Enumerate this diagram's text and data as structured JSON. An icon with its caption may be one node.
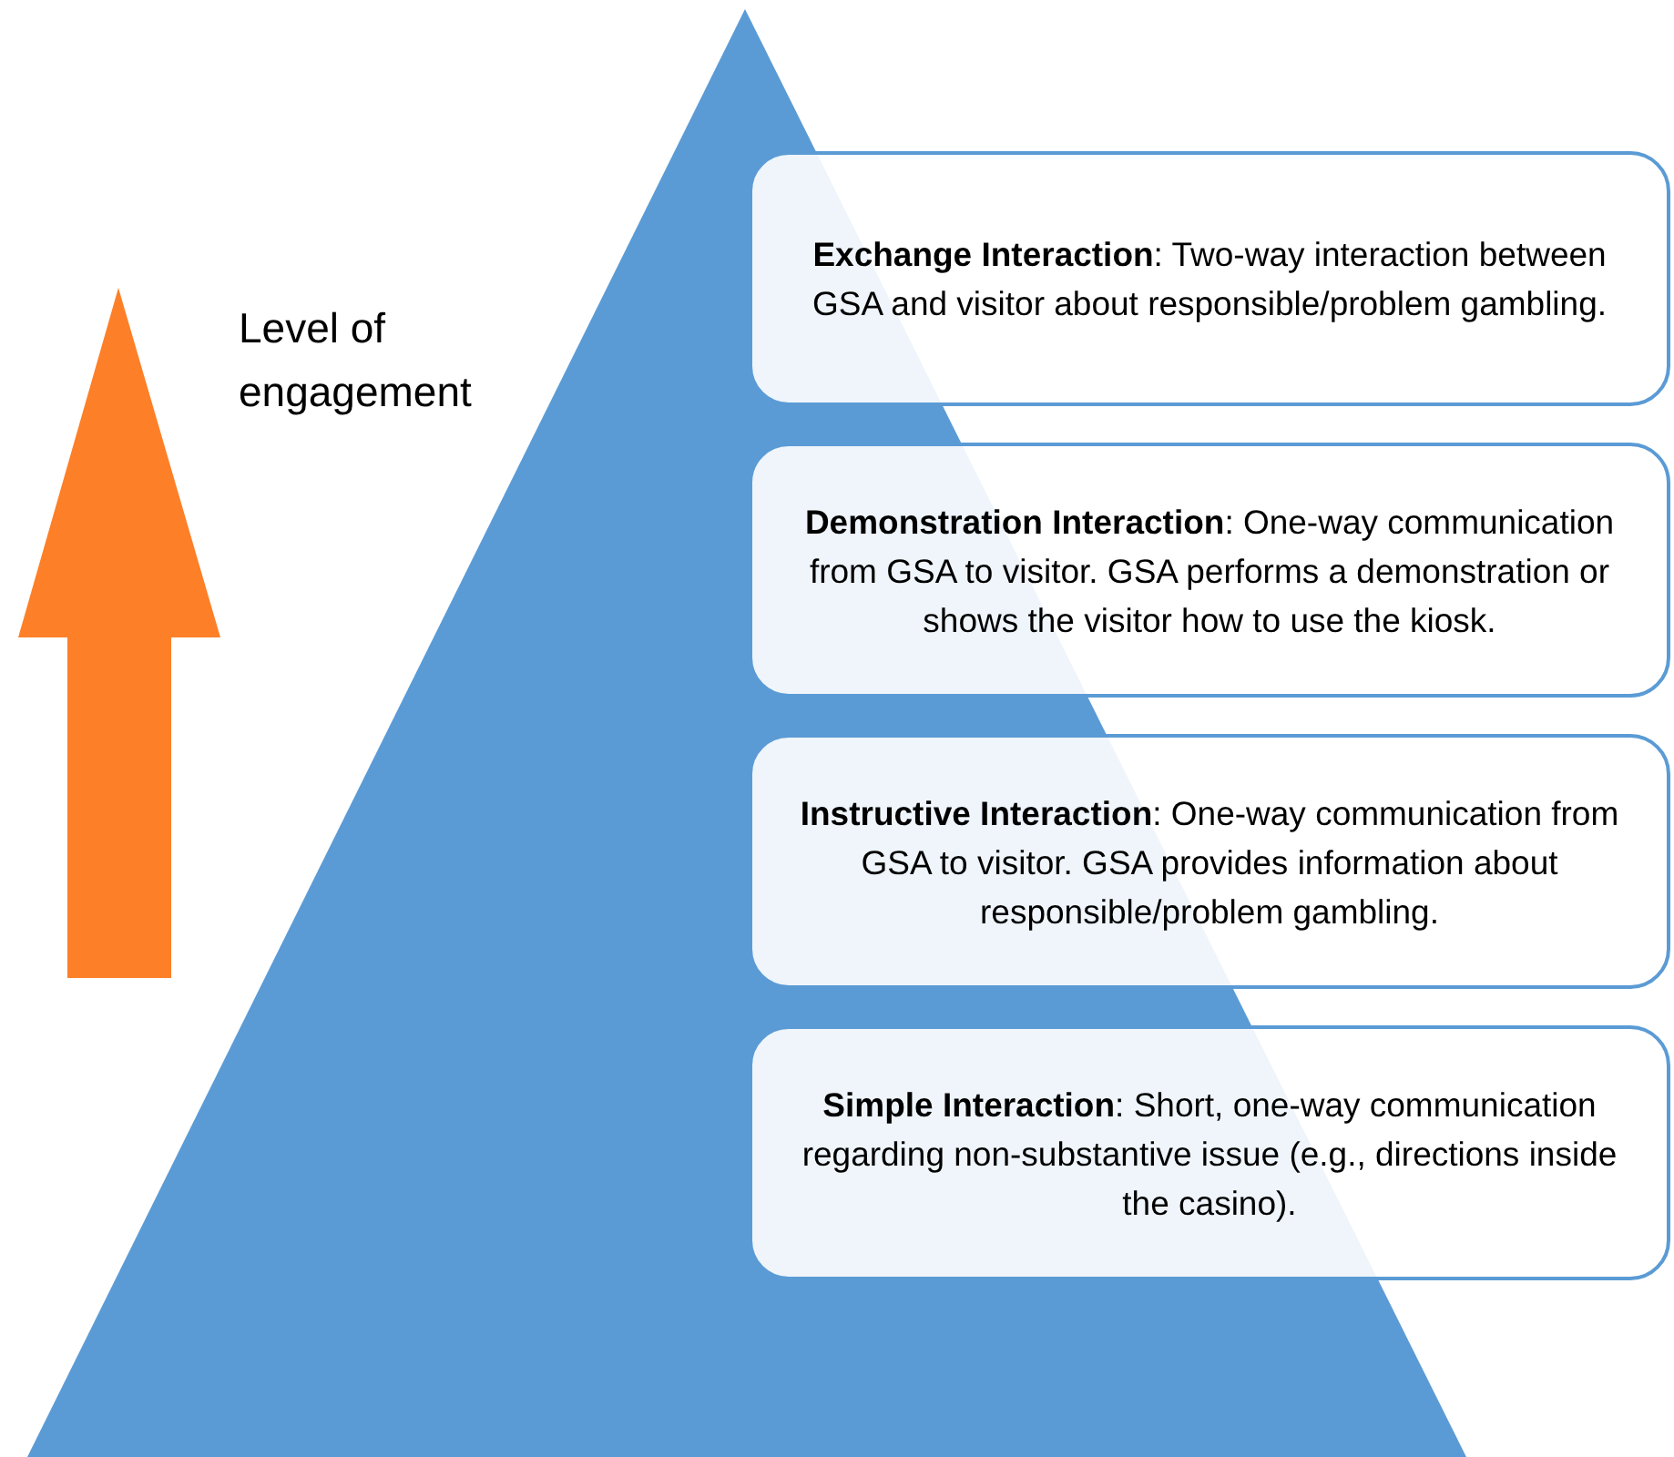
{
  "diagram": {
    "nodes": [
      {
        "text": [
          "**Exchange Interaction**: Two-way interaction between GSA and visitor about responsible/problem gambling."
        ]
      },
      {
        "text": [
          "**Demonstration Interaction**: One-way communication from GSA to visitor. GSA performs a demonstration or shows the visitor how to use the kiosk."
        ]
      },
      {
        "text": [
          "**Instructive Interaction**: One-way communication from GSA to visitor. GSA provides information about responsible/problem gambling."
        ]
      },
      {
        "text": [
          "**Simple Interaction**: Short, one-way communication regarding non-substantive issue (e.g., directions inside the casino)."
        ]
      }
    ],
    "labels": [
      "Level of engagement"
    ]
  }
}
